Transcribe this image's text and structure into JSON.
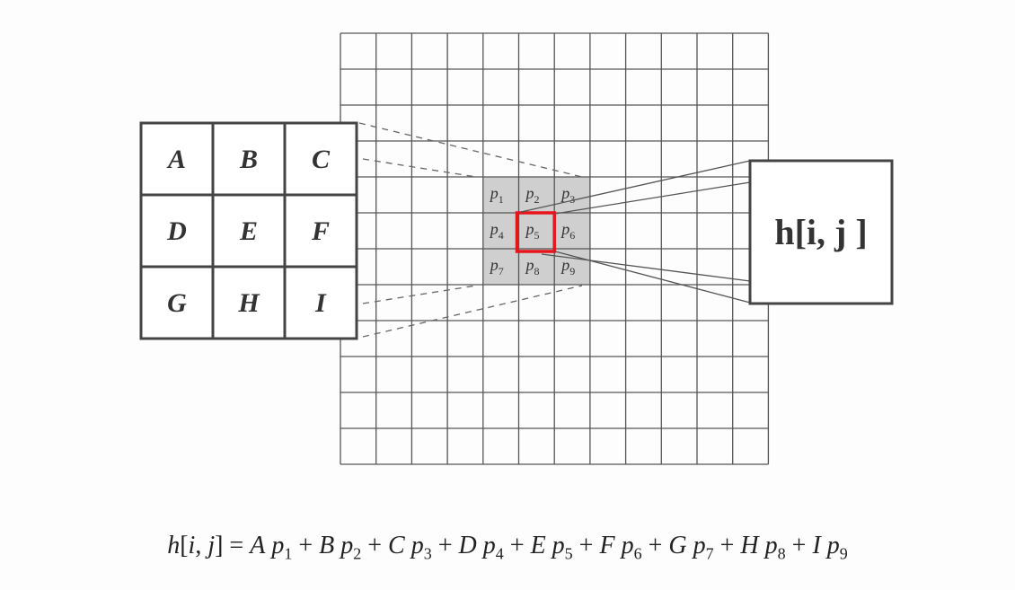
{
  "kernel": {
    "labels": [
      "A",
      "B",
      "C",
      "D",
      "E",
      "F",
      "G",
      "H",
      "I"
    ]
  },
  "patch": {
    "labels": [
      {
        "base": "p",
        "sub": "1"
      },
      {
        "base": "p",
        "sub": "2"
      },
      {
        "base": "p",
        "sub": "3"
      },
      {
        "base": "p",
        "sub": "4"
      },
      {
        "base": "p",
        "sub": "5"
      },
      {
        "base": "p",
        "sub": "6"
      },
      {
        "base": "p",
        "sub": "7"
      },
      {
        "base": "p",
        "sub": "8"
      },
      {
        "base": "p",
        "sub": "9"
      }
    ],
    "highlight_index": 4,
    "highlight_color": "#e8141b",
    "shade_color": "#cfcfcf"
  },
  "image_grid": {
    "rows": 12,
    "cols": 12,
    "patch_row": 4,
    "patch_col": 4
  },
  "output": {
    "label": "h[i, j ]"
  },
  "equation": {
    "text": "h[i, j] = A p1 + B p2 + C p3 + D p4 + E p5 + F p6 + G p7 + H p8 + I p9"
  }
}
